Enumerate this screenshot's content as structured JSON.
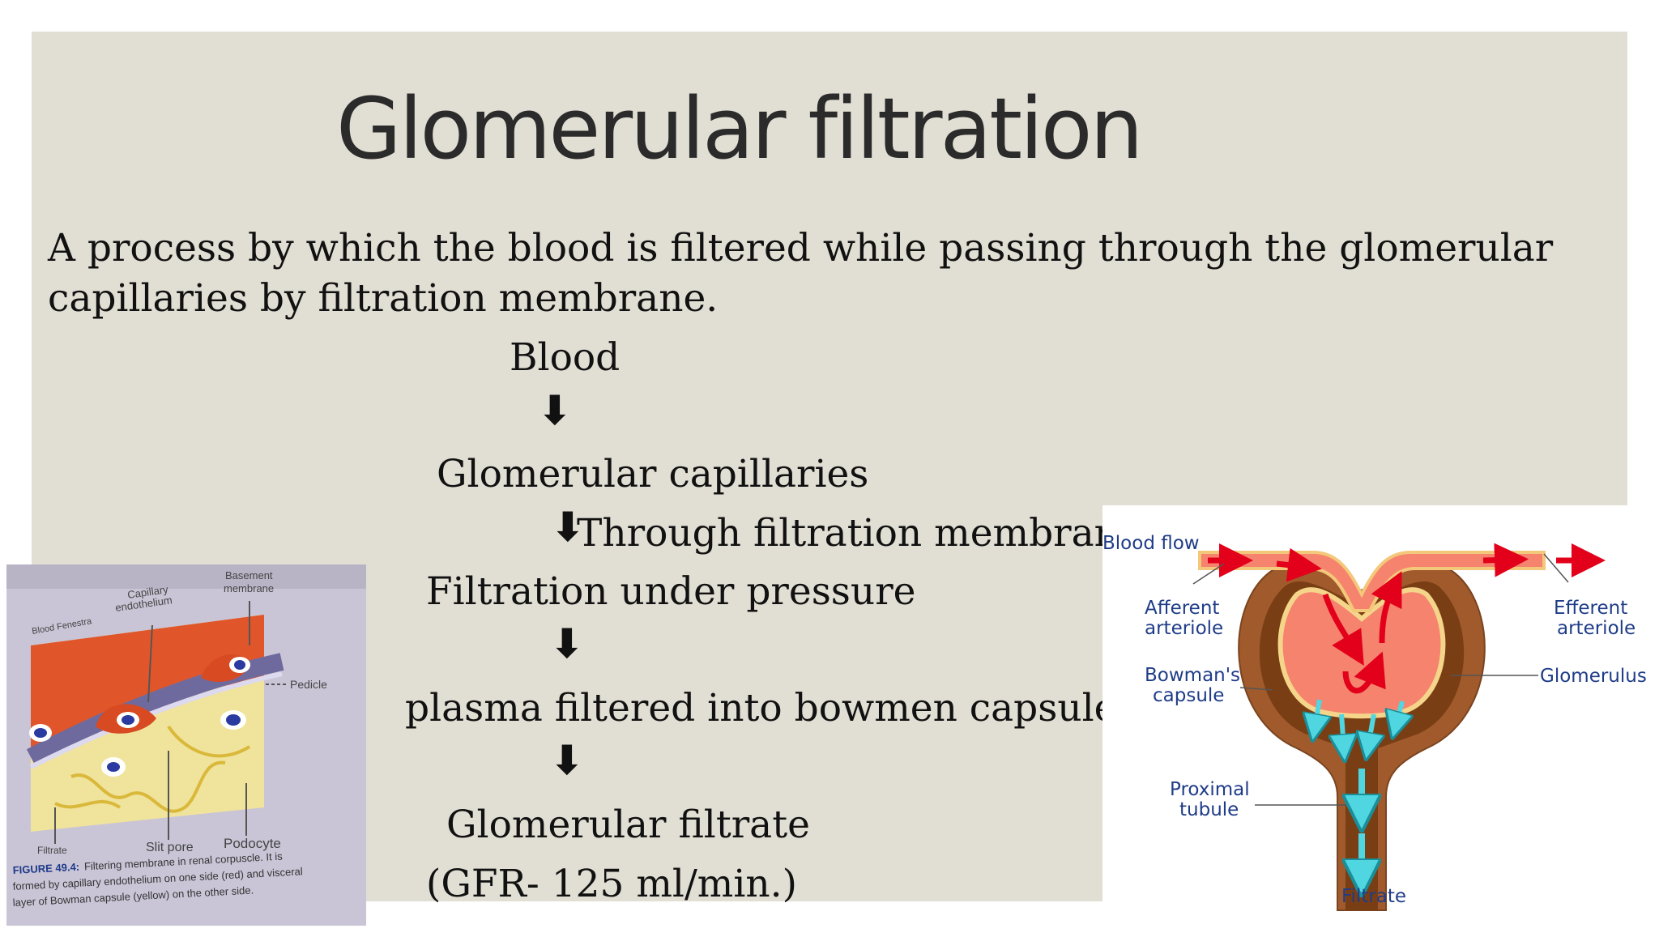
{
  "slide": {
    "title": "Glomerular filtration",
    "description": "A process by which the blood is filtered while passing through the glomerular capillaries by filtration membrane."
  },
  "flow": {
    "step1": "Blood",
    "step2": "Glomerular capillaries",
    "step2_note": "Through filtration membrane",
    "step3": "Filtration under pressure",
    "step4": "plasma filtered into bowmen capsule",
    "step5": "Glomerular filtrate",
    "step5_note": "(GFR- 125 ml/min.)",
    "arrow_glyph": "⬇"
  },
  "photo": {
    "labels": {
      "basement": "Basement",
      "membrane": "membrane",
      "capillary": "Capillary",
      "endothelium": "endothelium",
      "blood_fenestra": "Blood Fenestra",
      "pedicle": "Pedicle",
      "filtrate": "Filtrate",
      "slit_pore": "Slit pore",
      "podocyte": "Podocyte"
    },
    "caption_bold": "FIGURE 49.4:",
    "caption_line1": "Filtering membrane in renal corpuscle. It is",
    "caption_line2": "formed by capillary endothelium on one side (red) and visceral",
    "caption_line3": "layer of Bowman capsule (yellow) on the other side."
  },
  "diagram": {
    "blood_flow": "Blood flow",
    "afferent_1": "Afferent",
    "afferent_2": "arteriole",
    "efferent_1": "Efferent",
    "efferent_2": "arteriole",
    "bowmans_1": "Bowman's",
    "bowmans_2": "capsule",
    "glomerulus": "Glomerulus",
    "proximal_1": "Proximal",
    "proximal_2": "tubule",
    "filtrate": "Filtrate"
  },
  "colors": {
    "slide_background": "#e1ded3",
    "label_blue": "#1f3c88",
    "arrow_red": "#e2001a",
    "arrow_cyan": "#4fd6e0"
  }
}
